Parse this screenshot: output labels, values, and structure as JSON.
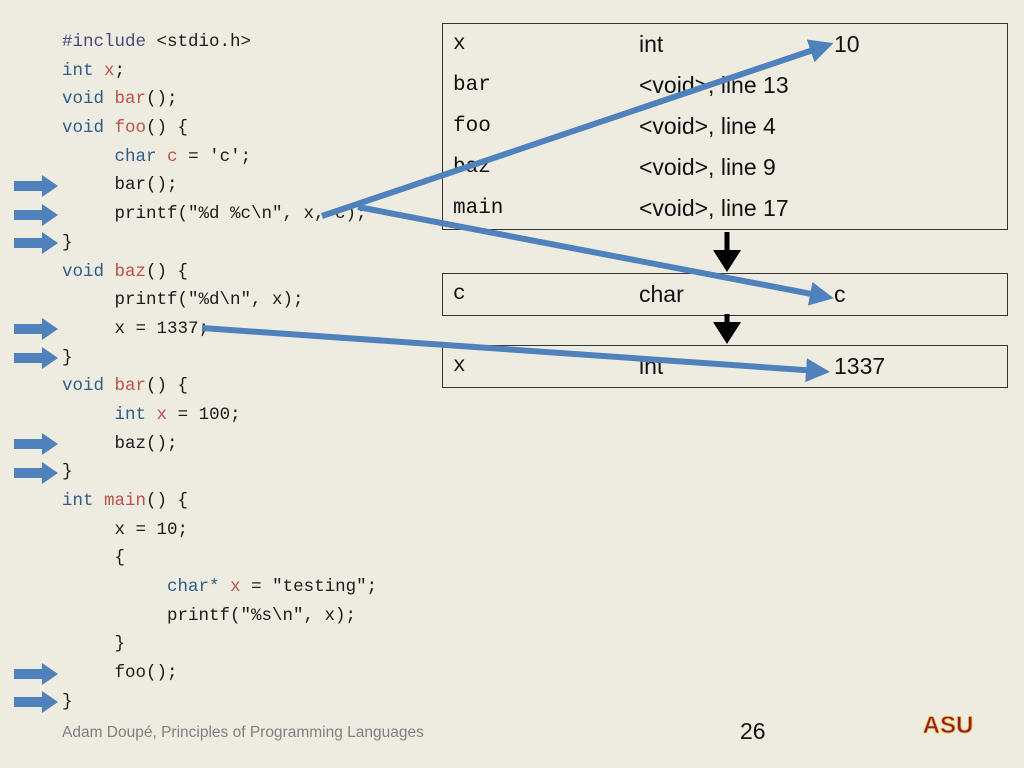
{
  "code": [
    [
      {
        "t": "#include",
        "c": "pp"
      },
      {
        "t": " <stdio.h>"
      }
    ],
    [
      {
        "t": "int",
        "c": "kw"
      },
      {
        "t": " "
      },
      {
        "t": "x",
        "c": "id"
      },
      {
        "t": ";"
      }
    ],
    [
      {
        "t": "void",
        "c": "kw"
      },
      {
        "t": " "
      },
      {
        "t": "bar",
        "c": "id"
      },
      {
        "t": "();"
      }
    ],
    [
      {
        "t": "void",
        "c": "kw"
      },
      {
        "t": " "
      },
      {
        "t": "foo",
        "c": "id"
      },
      {
        "t": "() {"
      }
    ],
    [
      {
        "t": "     "
      },
      {
        "t": "char",
        "c": "kw"
      },
      {
        "t": " "
      },
      {
        "t": "c",
        "c": "id"
      },
      {
        "t": " = 'c';"
      }
    ],
    [
      {
        "t": "     bar();"
      }
    ],
    [
      {
        "t": "     printf(\"%d %c\\n\", x, c);"
      }
    ],
    [
      {
        "t": "}"
      }
    ],
    [
      {
        "t": "void",
        "c": "kw"
      },
      {
        "t": " "
      },
      {
        "t": "baz",
        "c": "id"
      },
      {
        "t": "() {"
      }
    ],
    [
      {
        "t": "     printf(\"%d\\n\", x);"
      }
    ],
    [
      {
        "t": "     x = 1337;"
      }
    ],
    [
      {
        "t": "}"
      }
    ],
    [
      {
        "t": "void",
        "c": "kw"
      },
      {
        "t": " "
      },
      {
        "t": "bar",
        "c": "id"
      },
      {
        "t": "() {"
      }
    ],
    [
      {
        "t": "     "
      },
      {
        "t": "int",
        "c": "kw"
      },
      {
        "t": " "
      },
      {
        "t": "x",
        "c": "id"
      },
      {
        "t": " = 100;"
      }
    ],
    [
      {
        "t": "     baz();"
      }
    ],
    [
      {
        "t": "}"
      }
    ],
    [
      {
        "t": "int",
        "c": "kw"
      },
      {
        "t": " "
      },
      {
        "t": "main",
        "c": "id"
      },
      {
        "t": "() {"
      }
    ],
    [
      {
        "t": "     x = 10;"
      }
    ],
    [
      {
        "t": "     {"
      }
    ],
    [
      {
        "t": "          "
      },
      {
        "t": "char*",
        "c": "kw"
      },
      {
        "t": " "
      },
      {
        "t": "x",
        "c": "id"
      },
      {
        "t": " = \"testing\";"
      }
    ],
    [
      {
        "t": "          printf(\"%s\\n\", x);"
      }
    ],
    [
      {
        "t": "     }"
      }
    ],
    [
      {
        "t": "     foo();"
      }
    ],
    [
      {
        "t": "}"
      }
    ]
  ],
  "marked_lines": [
    5,
    6,
    7,
    10,
    11,
    14,
    15,
    22,
    23
  ],
  "tables": [
    {
      "rows": [
        {
          "name": "x",
          "type": "int",
          "value": "10"
        },
        {
          "name": "bar",
          "type": "<void>, line 13",
          "value": ""
        },
        {
          "name": "foo",
          "type": "<void>, line 4",
          "value": ""
        },
        {
          "name": "baz",
          "type": "<void>, line 9",
          "value": ""
        },
        {
          "name": "main",
          "type": "<void>, line 17",
          "value": ""
        }
      ]
    },
    {
      "rows": [
        {
          "name": "c",
          "type": "char",
          "value": "c"
        }
      ]
    },
    {
      "rows": [
        {
          "name": "x",
          "type": "int",
          "value": "1337"
        }
      ]
    }
  ],
  "footer": "Adam Doupé, Principles of Programming Languages",
  "page_number": "26",
  "logo_text": "ASU",
  "colors": {
    "background": "#EEECE1",
    "arrow": "#4F81BD",
    "keyword": "#2E5C8A",
    "identifier": "#C0504D"
  }
}
